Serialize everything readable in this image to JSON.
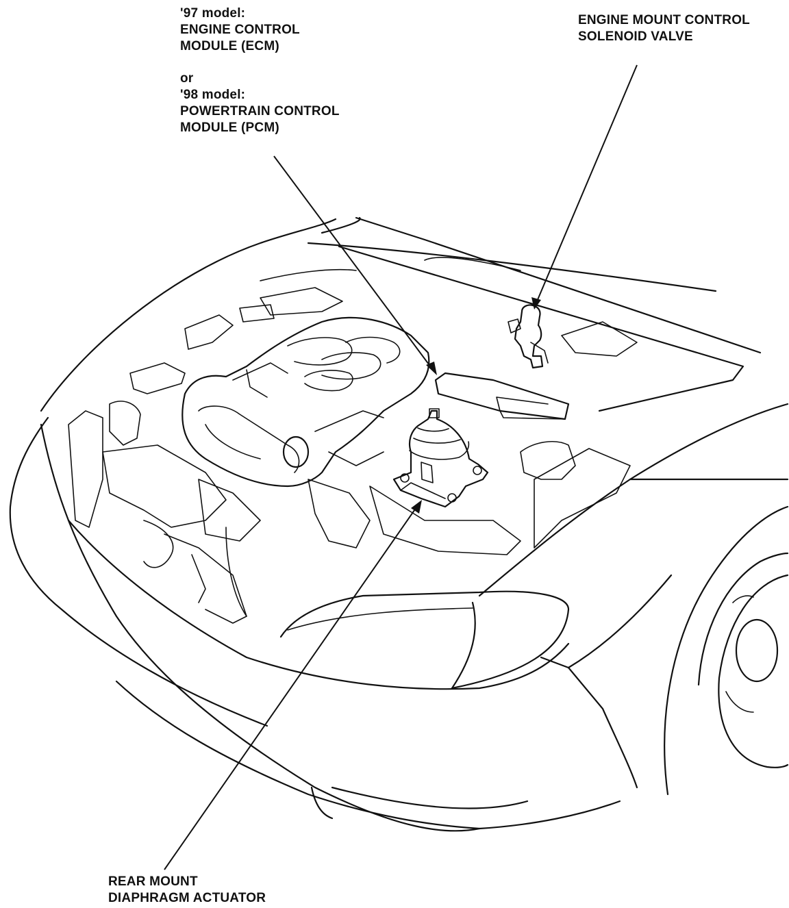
{
  "labels": {
    "ecm_pcm": {
      "line1": "'97 model:",
      "line2": "ENGINE CONTROL",
      "line3": "MODULE (ECM)",
      "line4": "or",
      "line5": "'98 model:",
      "line6": "POWERTRAIN CONTROL",
      "line7": "MODULE (PCM)"
    },
    "solenoid_valve": {
      "line1": "ENGINE MOUNT CONTROL",
      "line2": "SOLENOID VALVE"
    },
    "rear_mount": {
      "line1": "REAR MOUNT",
      "line2": "DIAPHRAGM ACTUATOR"
    }
  },
  "colors": {
    "ink": "#111111",
    "paper": "#ffffff"
  }
}
